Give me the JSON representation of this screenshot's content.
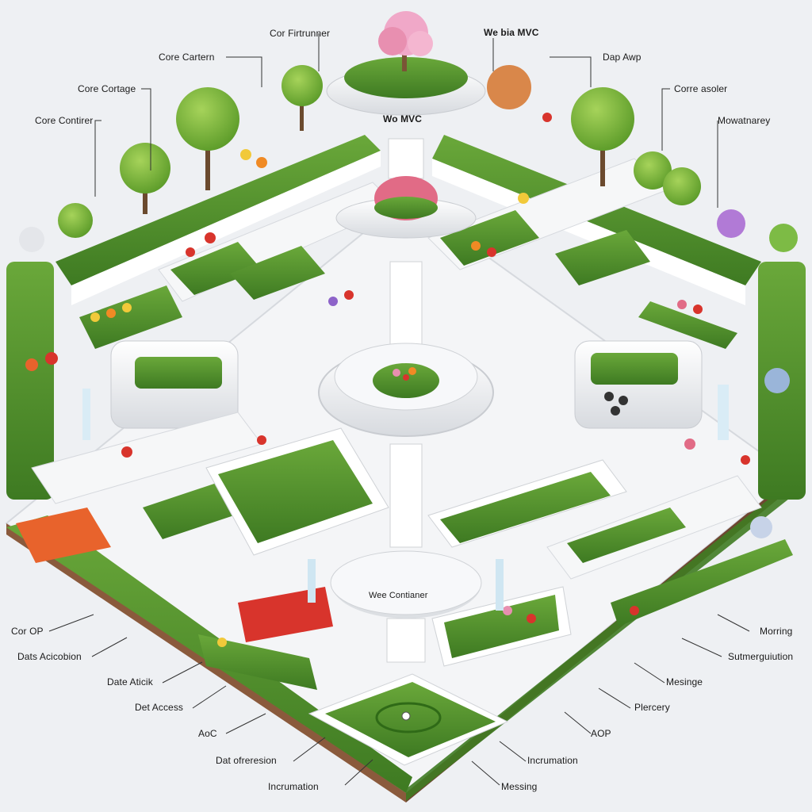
{
  "labels": {
    "top_center": "Cor Firtrunner",
    "top_right_title": "We bia MVC",
    "core_cartern": "Core Cartern",
    "dap_awp": "Dap Awp",
    "core_cortage": "Core Cortage",
    "corre_asoler": "Corre asoler",
    "core_contirer": "Core Contirer",
    "mowatnarey": "Mowatnarey",
    "wo_mvc": "Wo MVC",
    "wee_contianer": "Wee Contianer",
    "cor_op": "Cor OP",
    "dats_acicobion": "Dats Acicobion",
    "date_aticik": "Date Aticik",
    "det_access": "Det Access",
    "aoc": "AoC",
    "dat_ofreresion": "Dat ofreresion",
    "incrumation_left": "Incrumation",
    "morring": "Morring",
    "sutmerguiution": "Sutmerguiution",
    "mesinge": "Mesinge",
    "plercery": "Plercery",
    "aop": "AOP",
    "incrumation_right": "Incrumation",
    "messing": "Messing"
  },
  "colors": {
    "background": "#eef0f3",
    "grass": "#4f8f2a",
    "grass_dark": "#3b7420",
    "wall": "#ffffff",
    "wall_shade": "#dcdfe3",
    "soil": "#8a5a3c",
    "accent_red": "#d8342c",
    "accent_pink": "#e88fb0",
    "accent_orange": "#f08a24",
    "accent_purple": "#8d63c9",
    "accent_yellow": "#f1c93a"
  }
}
